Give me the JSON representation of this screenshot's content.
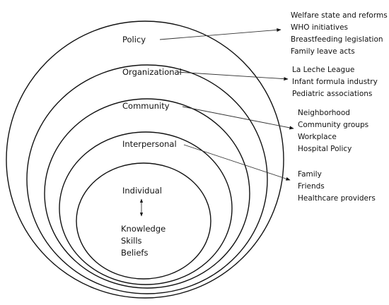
{
  "levels": {
    "policy": "Policy",
    "organizational": "Organizational",
    "community": "Community",
    "interpersonal": "Interpersonal",
    "individual": "Individual"
  },
  "individual_items": [
    "Knowledge",
    "Skills",
    "Beliefs"
  ],
  "policy_items": [
    "Welfare state and reforms",
    "WHO initiatives",
    "Breastfeeding legislation",
    "Family leave acts"
  ],
  "organizational_items": [
    "La Leche League",
    "Infant formula industry",
    "Pediatric associations"
  ],
  "community_items": [
    "Neighborhood",
    "Community groups",
    "Workplace",
    "Hospital Policy"
  ],
  "interpersonal_items": [
    "Family",
    "Friends",
    "Healthcare providers"
  ]
}
